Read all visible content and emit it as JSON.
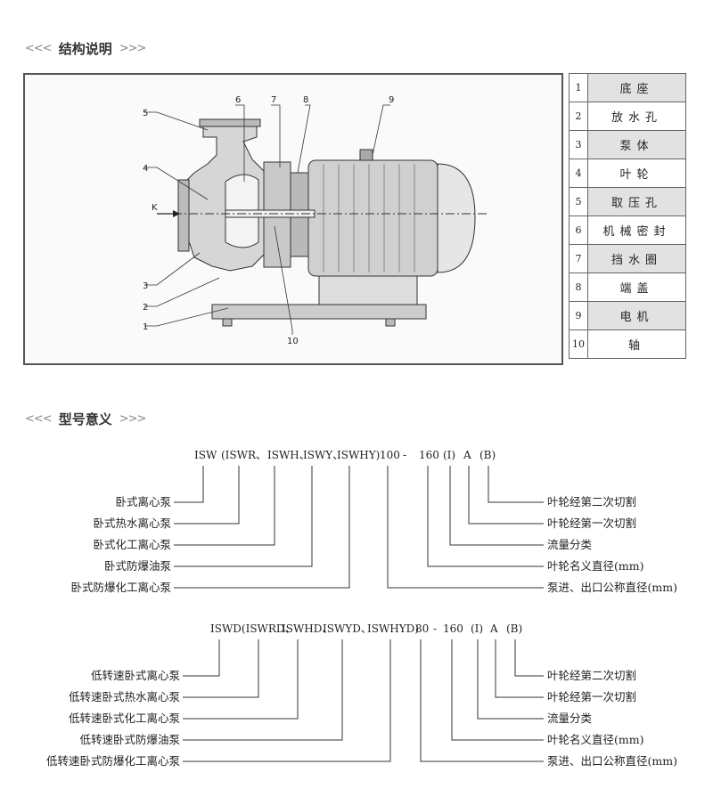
{
  "sections": {
    "structure": {
      "title": "结构说明",
      "arrows_left": "<<<",
      "arrows_right": ">>>"
    },
    "model": {
      "title": "型号意义",
      "arrows_left": "<<<",
      "arrows_right": ">>>"
    }
  },
  "figure": {
    "axis_label": "K",
    "callouts": [
      "1",
      "2",
      "3",
      "4",
      "5",
      "6",
      "7",
      "8",
      "9",
      "10"
    ]
  },
  "parts": [
    {
      "no": "1",
      "name": "底座"
    },
    {
      "no": "2",
      "name": "放水孔"
    },
    {
      "no": "3",
      "name": "泵体"
    },
    {
      "no": "4",
      "name": "叶轮"
    },
    {
      "no": "5",
      "name": "取压孔"
    },
    {
      "no": "6",
      "name": "机械密封"
    },
    {
      "no": "7",
      "name": "挡水圈"
    },
    {
      "no": "8",
      "name": "端盖"
    },
    {
      "no": "9",
      "name": "电机"
    },
    {
      "no": "10",
      "name": "轴"
    }
  ],
  "model1": {
    "code": [
      "ISW",
      "(ISWR、",
      "ISWH、",
      "ISWY、",
      "ISWHY)",
      "100",
      "-",
      "160",
      "(I)",
      "A",
      "(B)"
    ],
    "left_labels": [
      "卧式离心泵",
      "卧式热水离心泵",
      "卧式化工离心泵",
      "卧式防爆油泵",
      "卧式防爆化工离心泵"
    ],
    "right_labels": [
      "叶轮经第二次切割",
      "叶轮经第一次切割",
      "流量分类",
      "叶轮名义直径(mm)",
      "泵进、出口公称直径(mm)"
    ]
  },
  "model2": {
    "code": [
      "ISWD(ISWRD、",
      "ISWHD、",
      "ISWYD、",
      "ISWHYD)",
      "80",
      "-",
      "160",
      "(I)",
      "A",
      "(B)"
    ],
    "left_labels": [
      "低转速卧式离心泵",
      "低转速卧式热水离心泵",
      "低转速卧式化工离心泵",
      "低转速卧式防爆油泵",
      "低转速卧式防爆化工离心泵"
    ],
    "right_labels": [
      "叶轮经第二次切割",
      "叶轮经第一次切割",
      "流量分类",
      "叶轮名义直径(mm)",
      "泵进、出口公称直径(mm)"
    ]
  }
}
